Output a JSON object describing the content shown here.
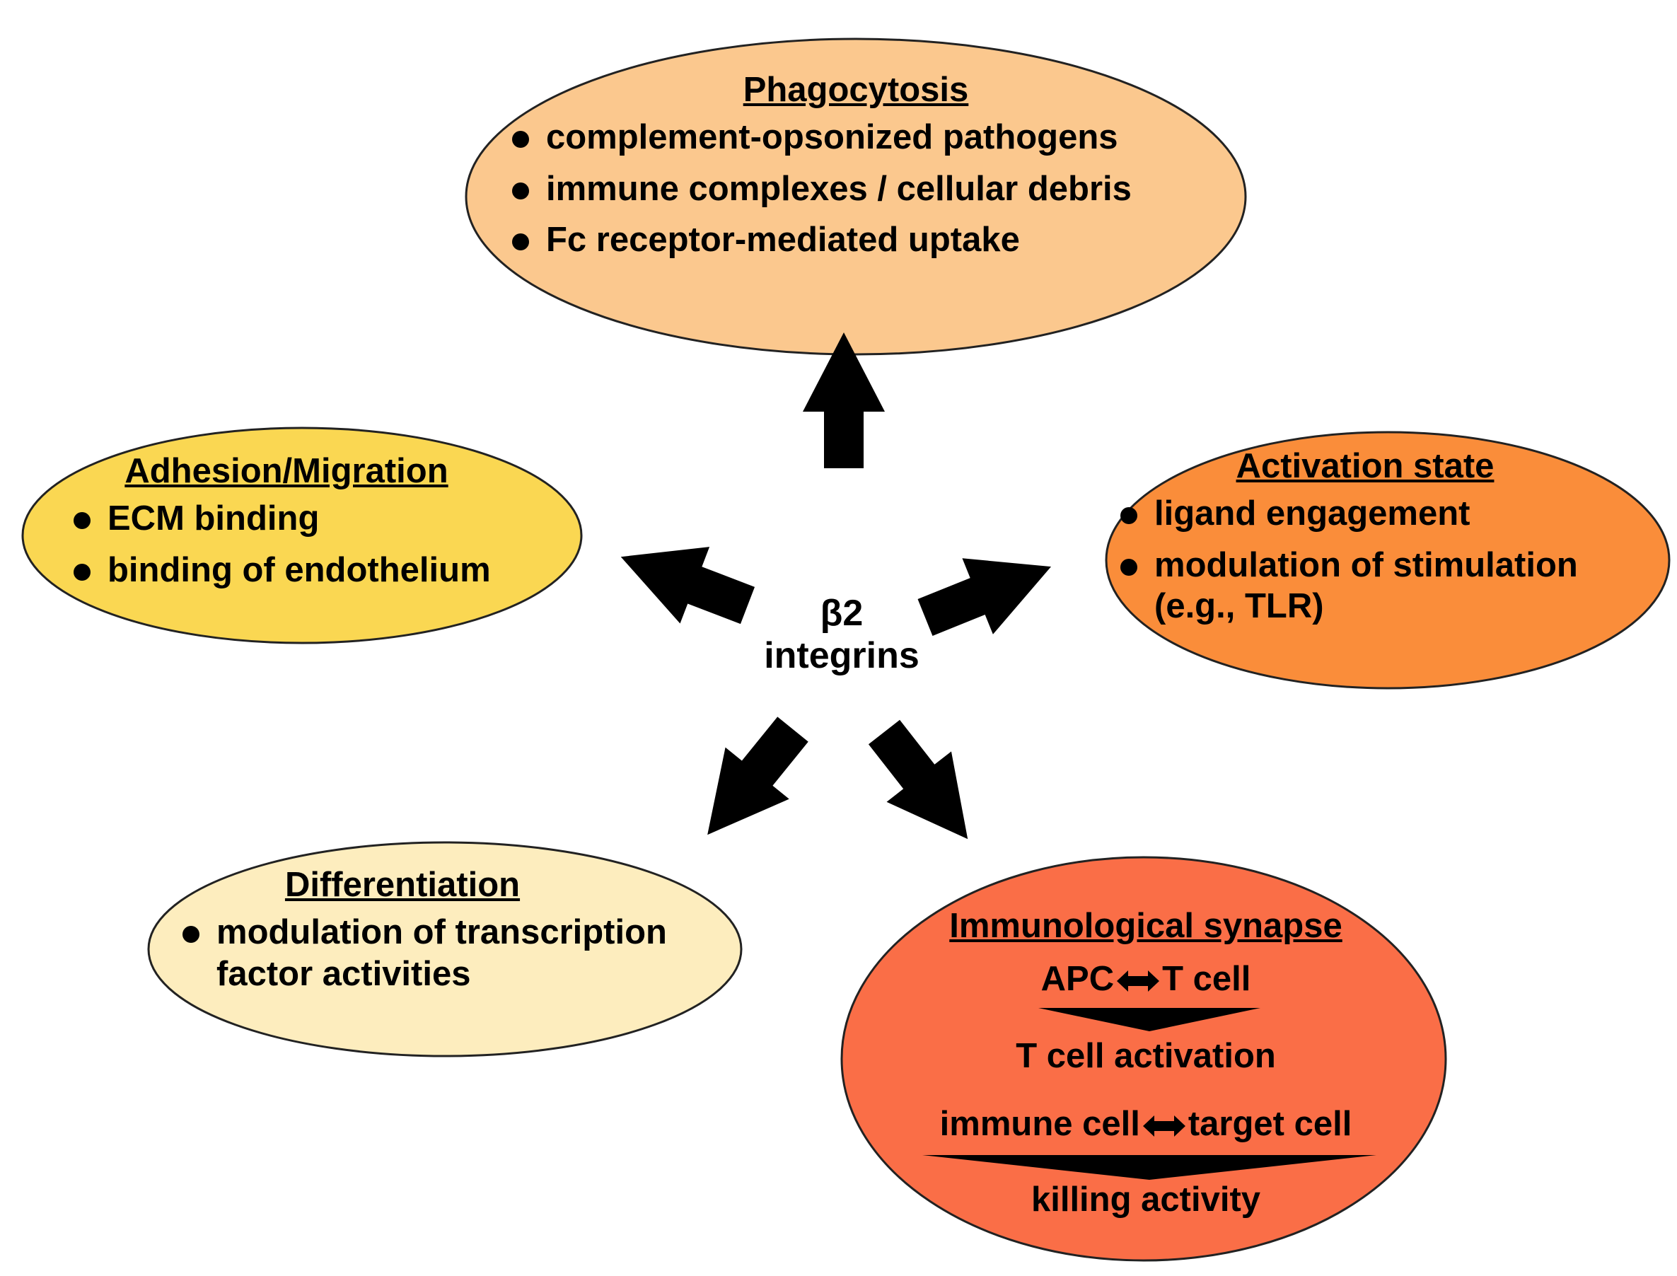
{
  "center": {
    "symbol": "β2",
    "label": "integrins"
  },
  "phagocytosis": {
    "title": "Phagocytosis",
    "items": [
      "complement-opsonized pathogens",
      "immune complexes / cellular debris",
      "Fc receptor-mediated uptake"
    ],
    "color": "#FBC88E"
  },
  "adhesion": {
    "title": "Adhesion/Migration",
    "items": [
      "ECM binding",
      "binding of endothelium"
    ],
    "color": "#FAD752"
  },
  "activation": {
    "title": "Activation state",
    "items": [
      "ligand engagement",
      "modulation of stimulation"
    ],
    "continuation": "(e.g., TLR)",
    "color": "#FA8D3A"
  },
  "differentiation": {
    "title": "Differentiation",
    "items": [
      "modulation of transcription"
    ],
    "continuation": "factor activities",
    "color": "#FDEDBE"
  },
  "synapse": {
    "title": "Immunological synapse",
    "apc": "APC",
    "tcell": "T cell",
    "tcell_activation": "T cell activation",
    "immune_cell": "immune cell",
    "target_cell": "target cell",
    "killing": "killing activity",
    "color": "#FA6E47"
  }
}
